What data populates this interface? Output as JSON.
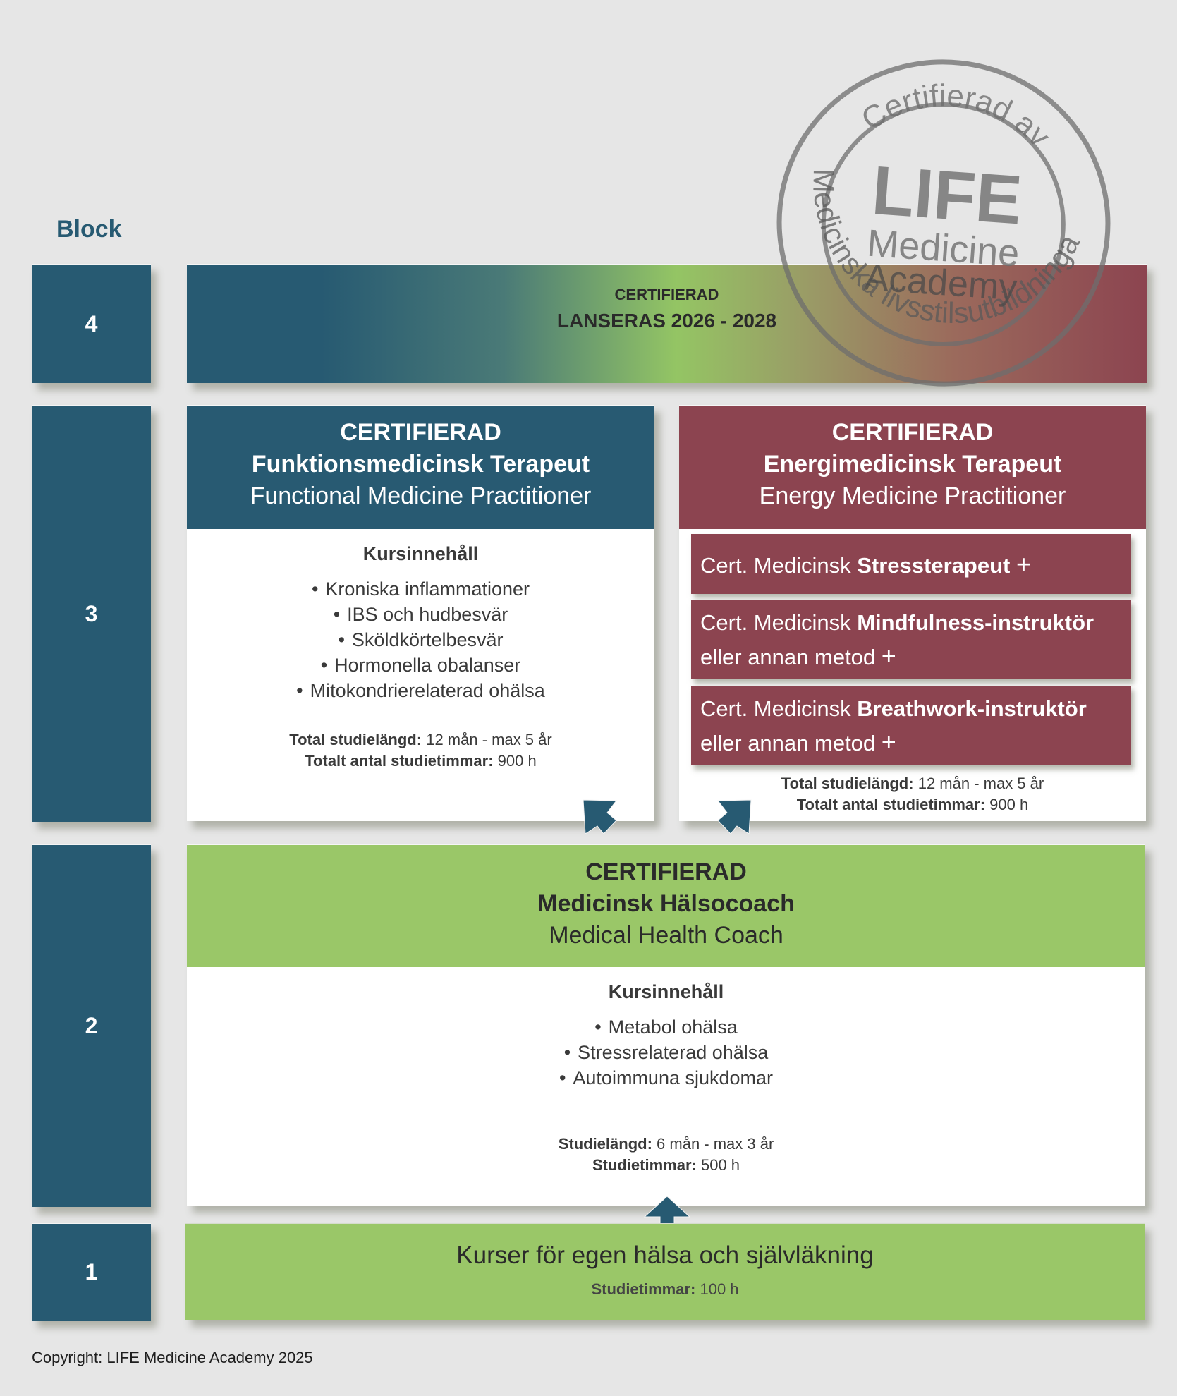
{
  "block_heading": "Block",
  "blocks": [
    {
      "number": "4"
    },
    {
      "number": "3"
    },
    {
      "number": "2"
    },
    {
      "number": "1"
    }
  ],
  "block4": {
    "line1": "CERTIFIERAD",
    "line2": "LANSERAS 2026 - 2028"
  },
  "block3": {
    "functional": {
      "title1": "CERTIFIERAD",
      "title2": "Funktionsmedicinsk Terapeut",
      "title3": "Functional Medicine Practitioner",
      "content_heading": "Kursinnehåll",
      "items": [
        "Kroniska inflammationer",
        "IBS och hudbesvär",
        "Sköldkörtelbesvär",
        "Hormonella obalanser",
        "Mitokondrierelaterad ohälsa"
      ],
      "stats": [
        {
          "label": "Total studielängd:",
          "value": "12 mån - max 5 år"
        },
        {
          "label": "Totalt antal studietimmar:",
          "value": "900 h"
        }
      ]
    },
    "energy": {
      "title1": "CERTIFIERAD",
      "title2": "Energimedicinsk Terapeut",
      "title3": "Energy Medicine Practitioner",
      "subcerts": [
        {
          "prefix": "Cert. Medicinsk",
          "bold": "Stressterapeut",
          "suffix": "",
          "plus": "+"
        },
        {
          "prefix": "Cert. Medicinsk",
          "bold": "Mindfulness-instruktör",
          "suffix": "eller annan metod",
          "plus": "+"
        },
        {
          "prefix": "Cert. Medicinsk",
          "bold": "Breathwork-instruktör",
          "suffix": "eller annan metod",
          "plus": "+"
        }
      ],
      "stats": [
        {
          "label": "Total studielängd:",
          "value": "12 mån - max 5 år"
        },
        {
          "label": "Totalt antal studietimmar:",
          "value": "900 h"
        }
      ]
    }
  },
  "block2": {
    "title1": "CERTIFIERAD",
    "title2": "Medicinsk Hälsocoach",
    "title3": "Medical Health Coach",
    "content_heading": "Kursinnehåll",
    "items": [
      "Metabol ohälsa",
      "Stressrelaterad ohälsa",
      "Autoimmuna sjukdomar"
    ],
    "stats": [
      {
        "label": "Studielängd:",
        "value": "6 mån - max 3 år"
      },
      {
        "label": "Studietimmar:",
        "value": "500 h"
      }
    ]
  },
  "block1": {
    "title": "Kurser för egen hälsa och självläkning",
    "stat_label": "Studietimmar:",
    "stat_value": "100 h"
  },
  "stamp": {
    "top_text": "Certifierad av",
    "bottom_text": "Medicinska livsstilsutbildningar",
    "logo_line1": "LIFE",
    "logo_line2": "Medicine",
    "logo_line3": "Academy"
  },
  "copyright": "Copyright: LIFE Medicine Academy 2025",
  "colors": {
    "blue": "#275a72",
    "red": "#8c4450",
    "green": "#9ac768",
    "background": "#e6e6e6",
    "stamp": "#6e6e6e"
  }
}
